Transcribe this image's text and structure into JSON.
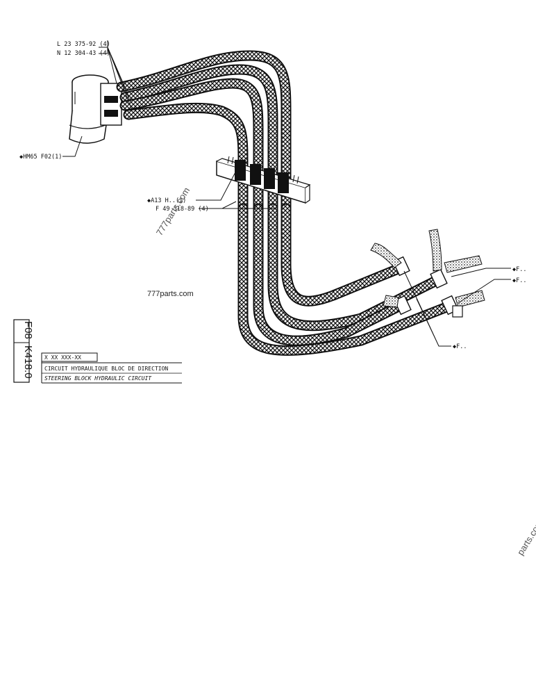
{
  "labels": {
    "part_l": "L 23 375-92 (4)",
    "part_n": "N 12 304-43 (4)",
    "part_hm65": "◆HM65  F02(1)",
    "part_a13": "◆A13  H..(1)",
    "part_f49": "F 49 318-89 (4)",
    "part_f1": "◆F..",
    "part_f2": "◆F..",
    "part_f3": "◆F.."
  },
  "watermarks": {
    "center": "777parts.com",
    "rotated_1": "777parts.com",
    "corner": "parts.com"
  },
  "title_block": {
    "code_top": "F08",
    "code_bottom": "K418.0",
    "ref": "X XX XXX-XX",
    "title_fr": "CIRCUIT HYDRAULIQUE BLOC DE DIRECTION",
    "title_en": "STEERING BLOCK HYDRAULIC CIRCUIT"
  },
  "colors": {
    "ink": "#111111",
    "paper": "#ffffff"
  }
}
